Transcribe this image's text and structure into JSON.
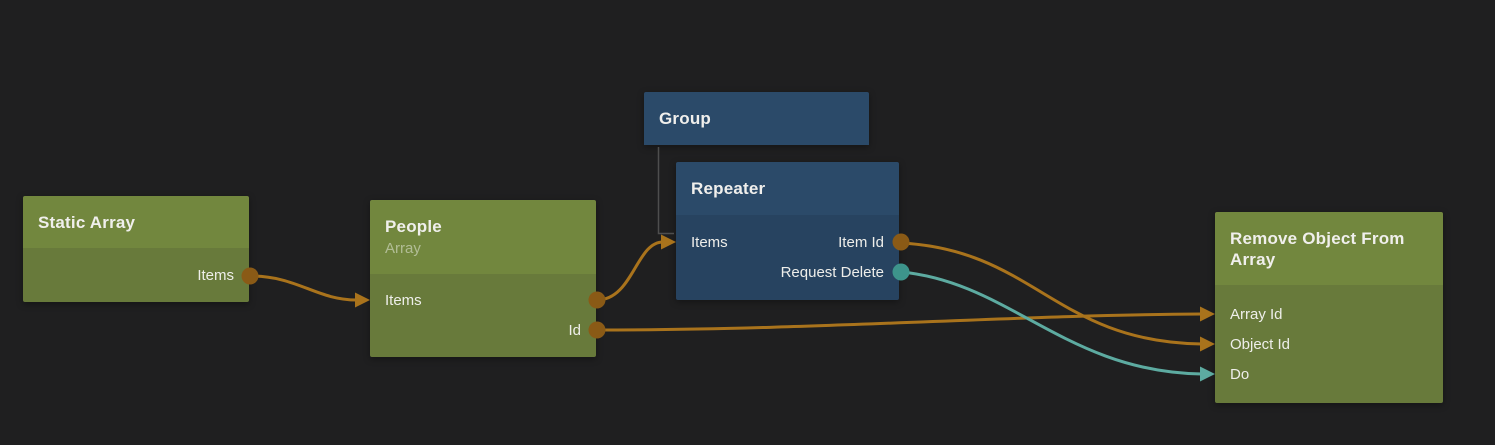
{
  "colors": {
    "canvas_background": "#1f1f20",
    "green_node_header": "#72873e",
    "green_node_body": "#687a3b",
    "blue_node_header": "#2b4a69",
    "blue_node_body": "#274360",
    "wire_orange": "#a9731c",
    "wire_teal": "#5daba1",
    "port_dot_orange": "#8a5a16",
    "port_dot_teal": "#3d948b",
    "hierarchy_line": "#4e4e4e",
    "title_text": "#f0efec",
    "port_label_text": "#eeeeea"
  },
  "nodes": {
    "static_array": {
      "title": "Static Array",
      "ports": {
        "items_out": "Items"
      }
    },
    "people": {
      "title": "People",
      "subtitle": "Array",
      "ports": {
        "items": "Items",
        "id_out": "Id"
      }
    },
    "group": {
      "title": "Group"
    },
    "repeater": {
      "title": "Repeater",
      "ports": {
        "items_in": "Items",
        "item_id_out": "Item Id",
        "request_delete_out": "Request Delete"
      }
    },
    "remove_object_from_array": {
      "title": "Remove Object From Array",
      "ports": {
        "array_id_in": "Array Id",
        "object_id_in": "Object Id",
        "do_in": "Do"
      }
    }
  },
  "connections": [
    {
      "from": "Static Array / Items",
      "to": "People / Items",
      "color": "#a9731c"
    },
    {
      "from": "People / Items",
      "to": "Repeater / Items",
      "color": "#a9731c"
    },
    {
      "from": "People / Id",
      "to": "Remove Object From Array / Array Id",
      "color": "#a9731c"
    },
    {
      "from": "Repeater / Item Id",
      "to": "Remove Object From Array / Object Id",
      "color": "#a9731c"
    },
    {
      "from": "Repeater / Request Delete",
      "to": "Remove Object From Array / Do",
      "color": "#5daba1"
    },
    {
      "from": "Group",
      "to": "Repeater",
      "type": "child-hierarchy",
      "color": "#4e4e4e"
    }
  ]
}
